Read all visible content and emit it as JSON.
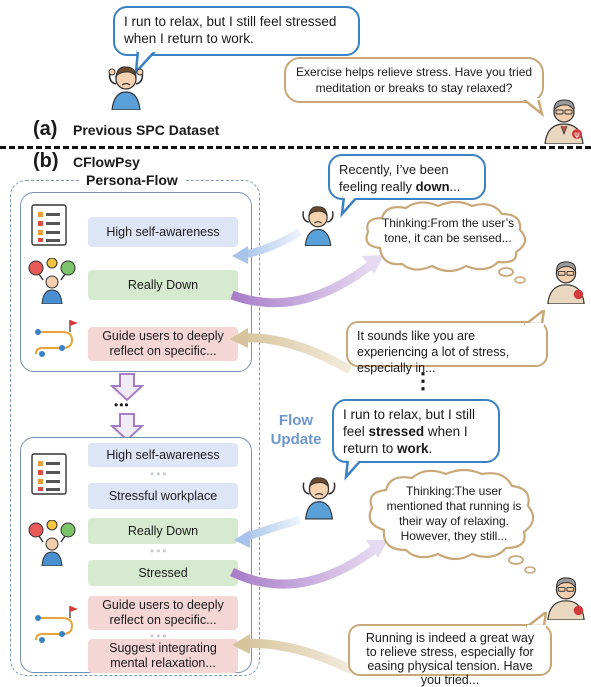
{
  "top": {
    "user_bubble": "I run to relax, but I still feel stressed when I return to work.",
    "therapist_bubble": "Exercise helps relieve stress. Have you tried meditation or breaks to stay relaxed?",
    "label_a": "(a)",
    "title_a": "Previous SPC Dataset"
  },
  "bottom": {
    "label_b": "(b)",
    "title_b": "CFlowPsy",
    "persona_title": "Persona-Flow",
    "panel1_tags": [
      {
        "text": "High self-awareness",
        "color": "blue"
      },
      {
        "text": "Really Down",
        "color": "green"
      },
      {
        "text": "Guide users to deeply reflect on specific...",
        "color": "pink"
      }
    ],
    "panel2_tags": [
      {
        "text": "High self-awareness",
        "color": "blue"
      },
      {
        "text": "Stressful workplace",
        "color": "blue"
      },
      {
        "text": "Really Down",
        "color": "green"
      },
      {
        "text": "Stressed",
        "color": "green"
      },
      {
        "text": "Guide users to deeply reflect on specific...",
        "color": "pink"
      },
      {
        "text": "Suggest integrating mental relaxation...",
        "color": "pink"
      }
    ],
    "between_dots": "•••",
    "panel_dots": "•••",
    "flow_update": "Flow Update",
    "user_bubble1_pre": "Recently, I’ve been feeling really ",
    "user_bubble1_bold": "down",
    "user_bubble1_post": "...",
    "cloud1": "Thinking:From the user’s tone, it can be sensed...",
    "therapist_reply1": "It sounds like you are experiencing a lot of stress, especially in...",
    "vertical_dots": "⋮",
    "user_bubble2_a": "I run to relax, but I still feel ",
    "user_bubble2_b": "stressed",
    "user_bubble2_c": " when I return to ",
    "user_bubble2_d": "work",
    "user_bubble2_e": ".",
    "cloud2": "Thinking:The user mentioned that running is their way of relaxing. However, they still...",
    "therapist_reply2": "Running is indeed a great way to relieve stress, especially for easing physical tension. Have you tried..."
  },
  "colors": {
    "blue_border": "#3b82c4",
    "tan_border": "#c8a878",
    "purple_arrow": "#a77cc8",
    "tan_arrow": "#d8c49c",
    "blue_arrow": "#a8c4ea"
  },
  "icons": [
    "stressed-user-icon",
    "therapist-icon",
    "document-icon",
    "emotion-faces-icon",
    "path-flow-icon",
    "down-arrow-icon"
  ]
}
